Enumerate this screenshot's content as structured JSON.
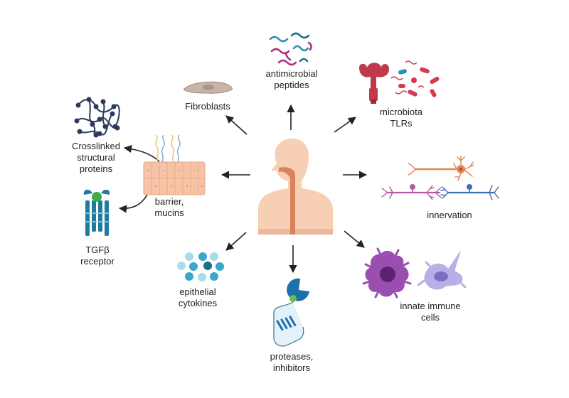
{
  "colors": {
    "arrow": "#222222",
    "skin": "#f6cfb5",
    "esophagus": "#d9825b",
    "bacteria_blue": "#2f8fb0",
    "bacteria_magenta": "#b0327e",
    "bacteria_teal": "#1f6f86",
    "tlr_red": "#c03a4c",
    "microbe_red": "#d6394a",
    "neuron_orange": "#e38a5a",
    "neuron_purple": "#b05aa8",
    "neuron_blue": "#3f6fb6",
    "macrophage_purple": "#9a4fb0",
    "dendritic_lavender": "#b9aee6",
    "protease_blue": "#1f6fa8",
    "inhibitor_green": "#6dbb48",
    "cytokine_light": "#a8dcec",
    "cytokine_dark": "#3aa6c9",
    "tgfb_blue": "#1f7ba0",
    "tgfb_green": "#3fae49",
    "epithelium": "#f6c3a6",
    "mucin_yellow": "#e7c55a",
    "fibroblast": "#c9b5a8",
    "crosslink_navy": "#2b3a5e"
  },
  "labels": {
    "antimicrobial_peptides": [
      "antimicrobial",
      "peptides"
    ],
    "microbiota_tlrs": [
      "microbiota",
      "TLRs"
    ],
    "fibroblasts": [
      "Fibroblasts"
    ],
    "crosslinked_structural_proteins": [
      "Crosslinked",
      "structural",
      "proteins"
    ],
    "barrier_mucins": [
      "barrier,",
      "mucins"
    ],
    "innervation": [
      "innervation"
    ],
    "tgfb_receptor": [
      "TGFβ",
      "receptor"
    ],
    "epithelial_cytokines": [
      "epithelial",
      "cytokines"
    ],
    "innate_immune_cells": [
      "innate immune",
      "cells"
    ],
    "proteases_inhibitors": [
      "proteases,",
      "inhibitors"
    ]
  }
}
